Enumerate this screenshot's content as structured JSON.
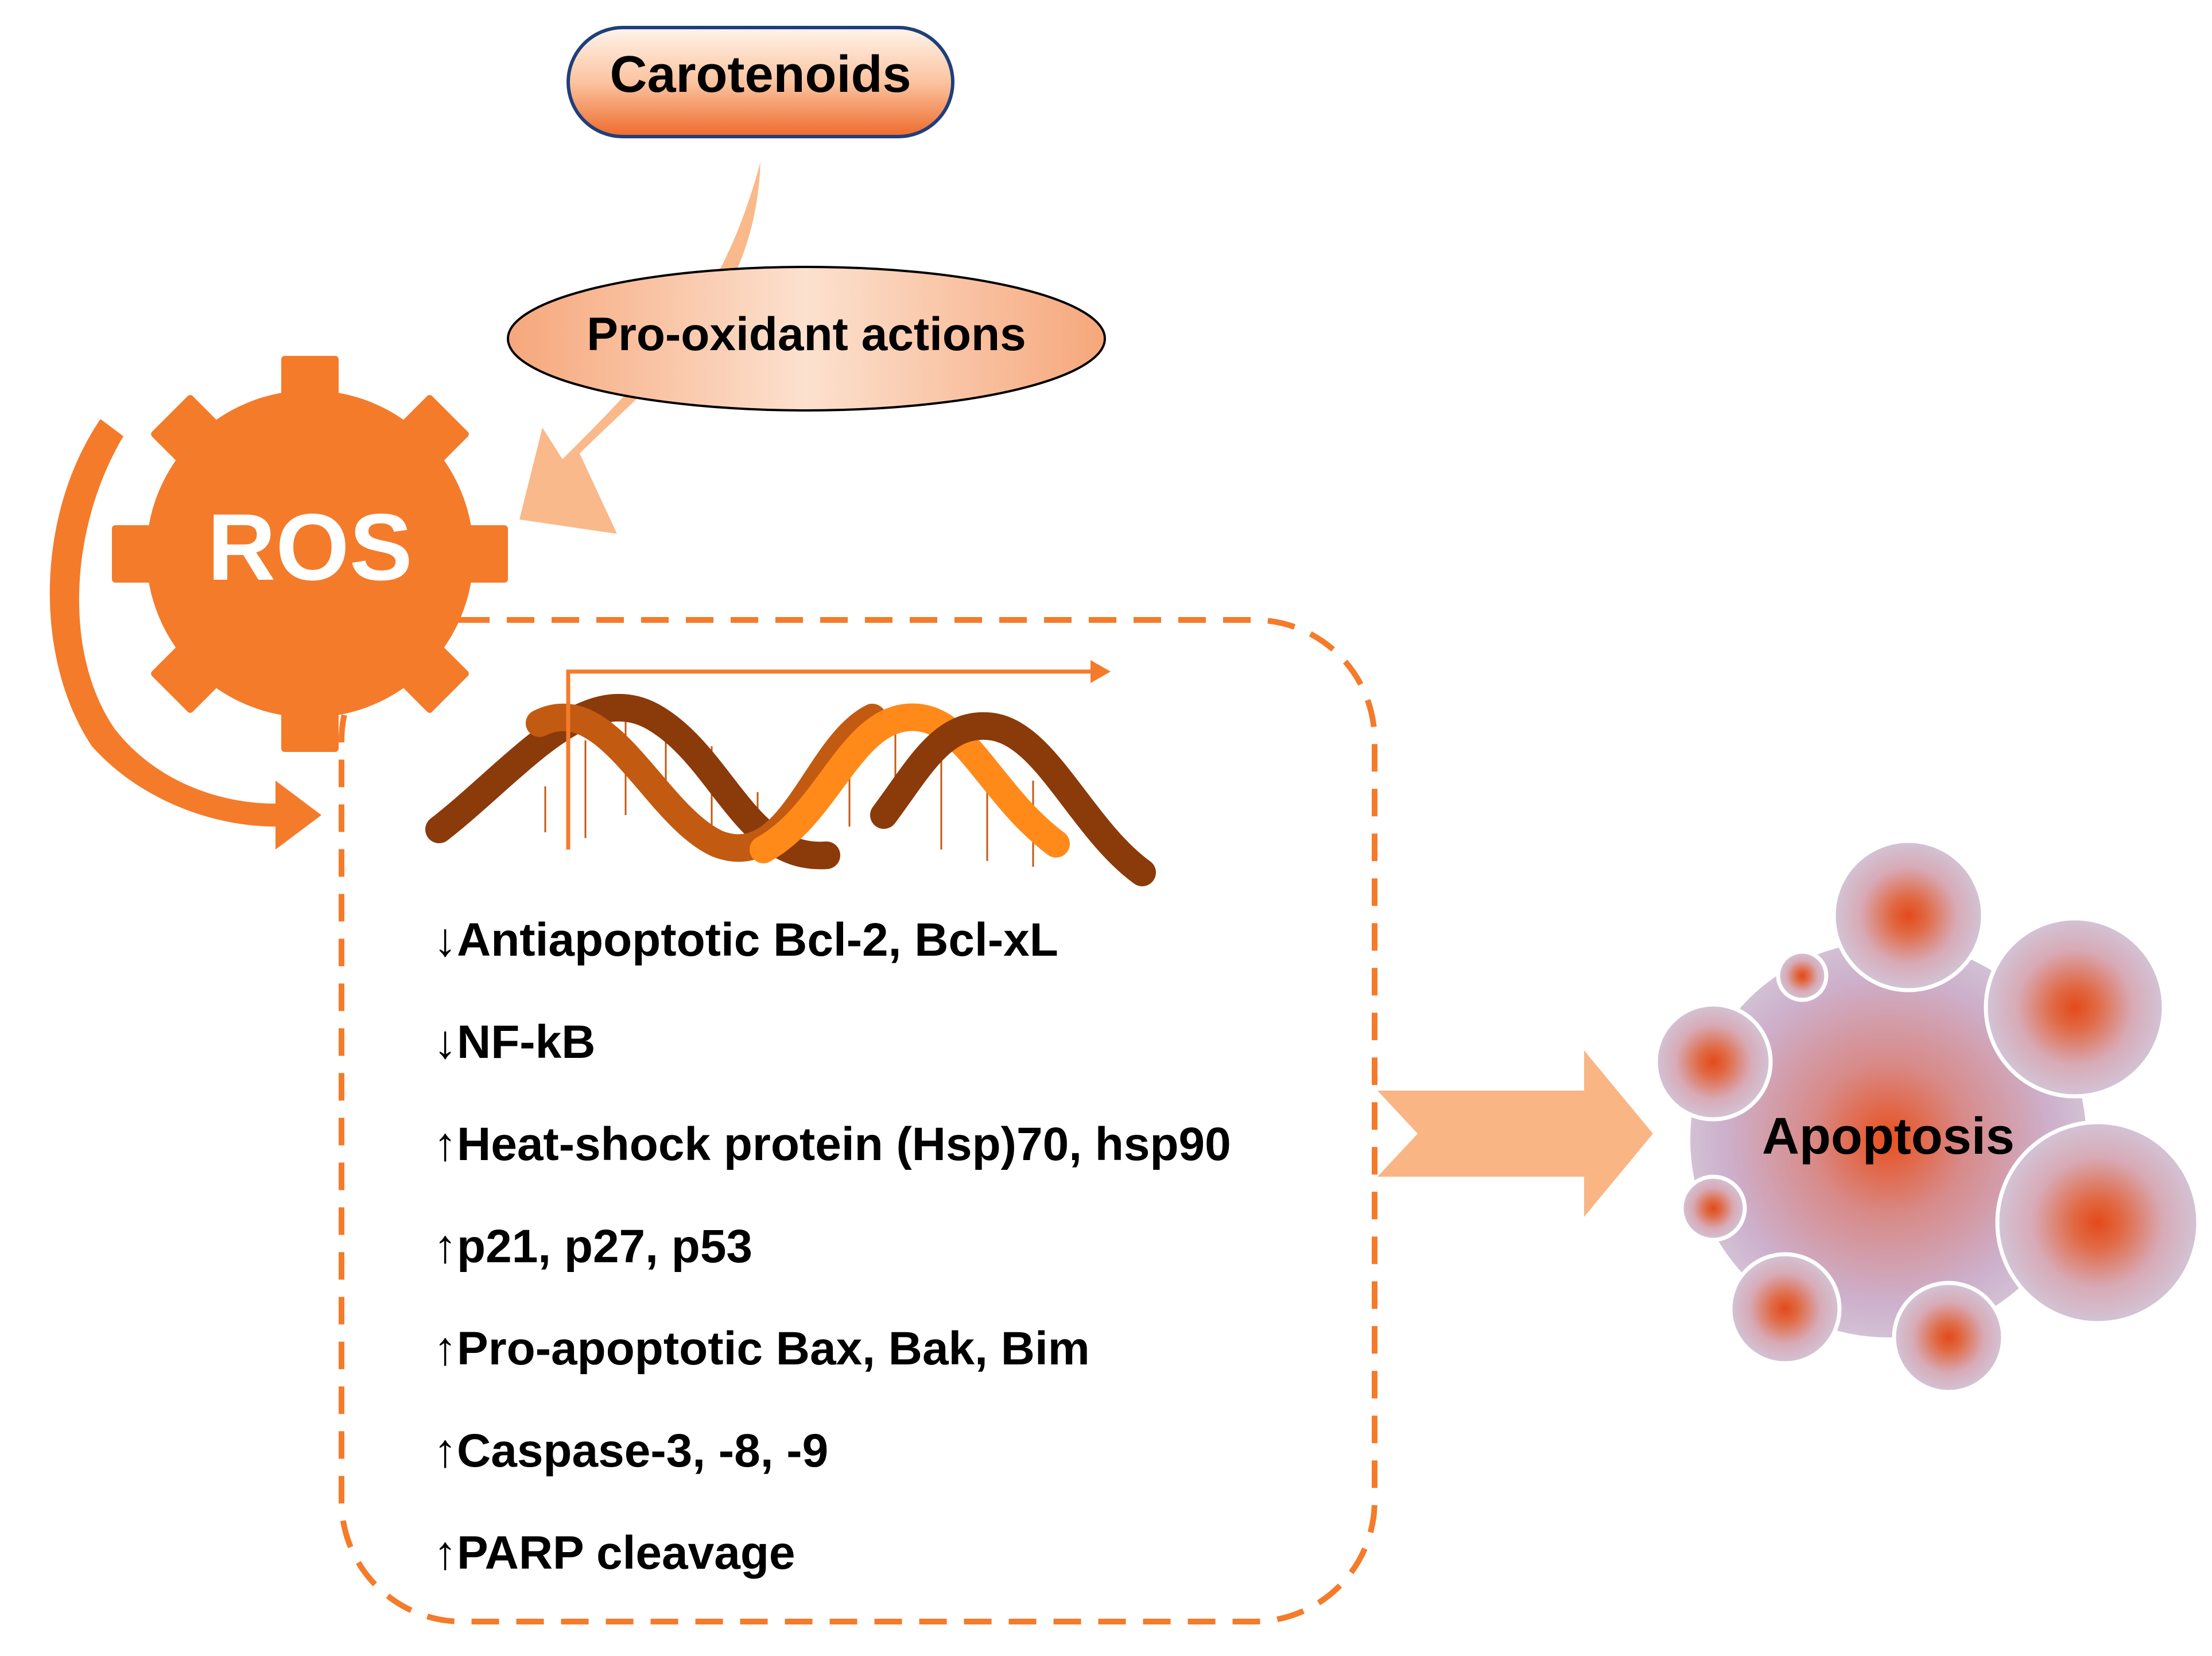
{
  "colors": {
    "primary_orange": "#F47B2A",
    "light_orange": "#FAB584",
    "dna_brown_dark": "#8B3A0A",
    "dna_brown": "#C25A12",
    "dna_orange": "#FF8A1A",
    "cell_purple": "#C9A9C9",
    "cell_red": "#E04A1A",
    "pill_border": "#1F3F7A"
  },
  "nodes": {
    "carotenoids": {
      "label": "Carotenoids",
      "icon": "pill-shape"
    },
    "pro_oxidant": {
      "label": "Pro-oxidant actions",
      "icon": "ellipse-shape"
    },
    "ros": {
      "label": "ROS",
      "icon": "gear-icon"
    },
    "dna": {
      "icon": "dna-helix-icon"
    },
    "apoptosis": {
      "label": "Apoptosis",
      "icon": "apoptotic-cell-icon"
    }
  },
  "effects": [
    {
      "arrow": "↓",
      "text": "Antiapoptotic Bcl-2, Bcl-xL"
    },
    {
      "arrow": "↓",
      "text": "NF-kB"
    },
    {
      "arrow": "↑",
      "text": "Heat-shock protein (Hsp)70, hsp90"
    },
    {
      "arrow": "↑",
      "text": "p21, p27, p53"
    },
    {
      "arrow": "↑",
      "text": "Pro-apoptotic Bax, Bak, Bim"
    },
    {
      "arrow": "↑",
      "text": "Caspase-3, -8, -9"
    },
    {
      "arrow": "↑",
      "text": "PARP cleavage"
    }
  ]
}
